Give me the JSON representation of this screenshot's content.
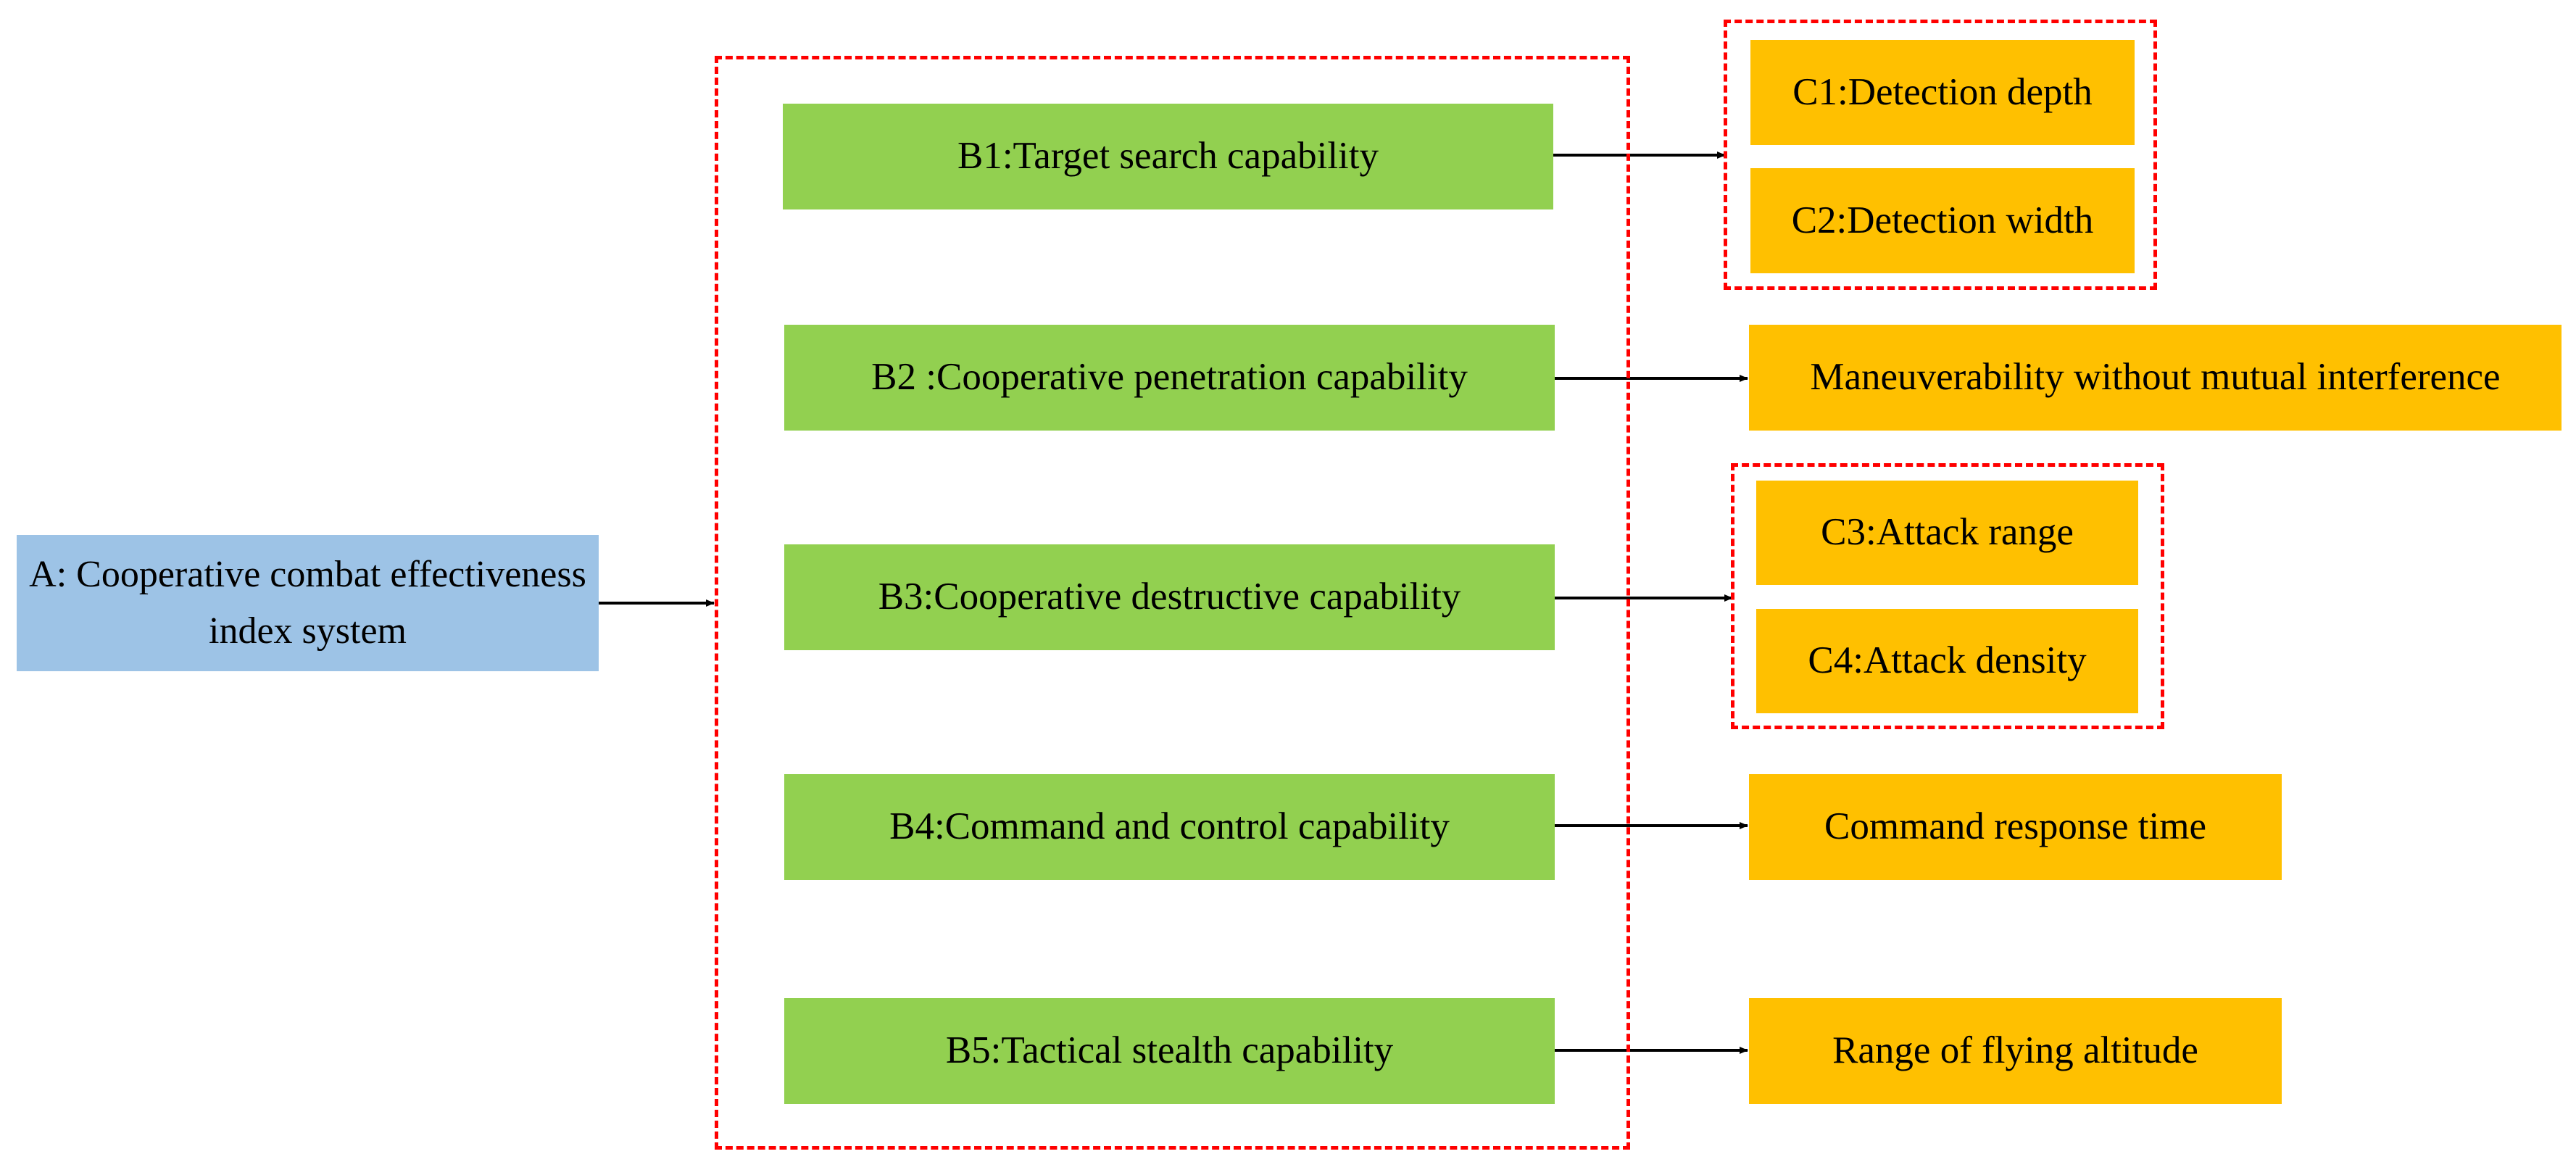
{
  "colors": {
    "root": "#9dc3e6",
    "criteria": "#92d050",
    "indicators": "#ffc000",
    "group_border": "#ff0000",
    "arrow": "#000000"
  },
  "root": {
    "label": "A: Cooperative combat effectiveness index system"
  },
  "criteria": [
    {
      "label": "B1:Target search capability"
    },
    {
      "label": "B2 :Cooperative penetration capability"
    },
    {
      "label": "B3:Cooperative destructive capability"
    },
    {
      "label": "B4:Command and control capability"
    },
    {
      "label": "B5:Tactical stealth capability"
    }
  ],
  "indicators": [
    {
      "label": "C1:Detection depth"
    },
    {
      "label": "C2:Detection width"
    },
    {
      "label": "Maneuverability without mutual interference"
    },
    {
      "label": "C3:Attack range"
    },
    {
      "label": "C4:Attack density"
    },
    {
      "label": "Command response time"
    },
    {
      "label": "Range of flying altitude"
    }
  ]
}
